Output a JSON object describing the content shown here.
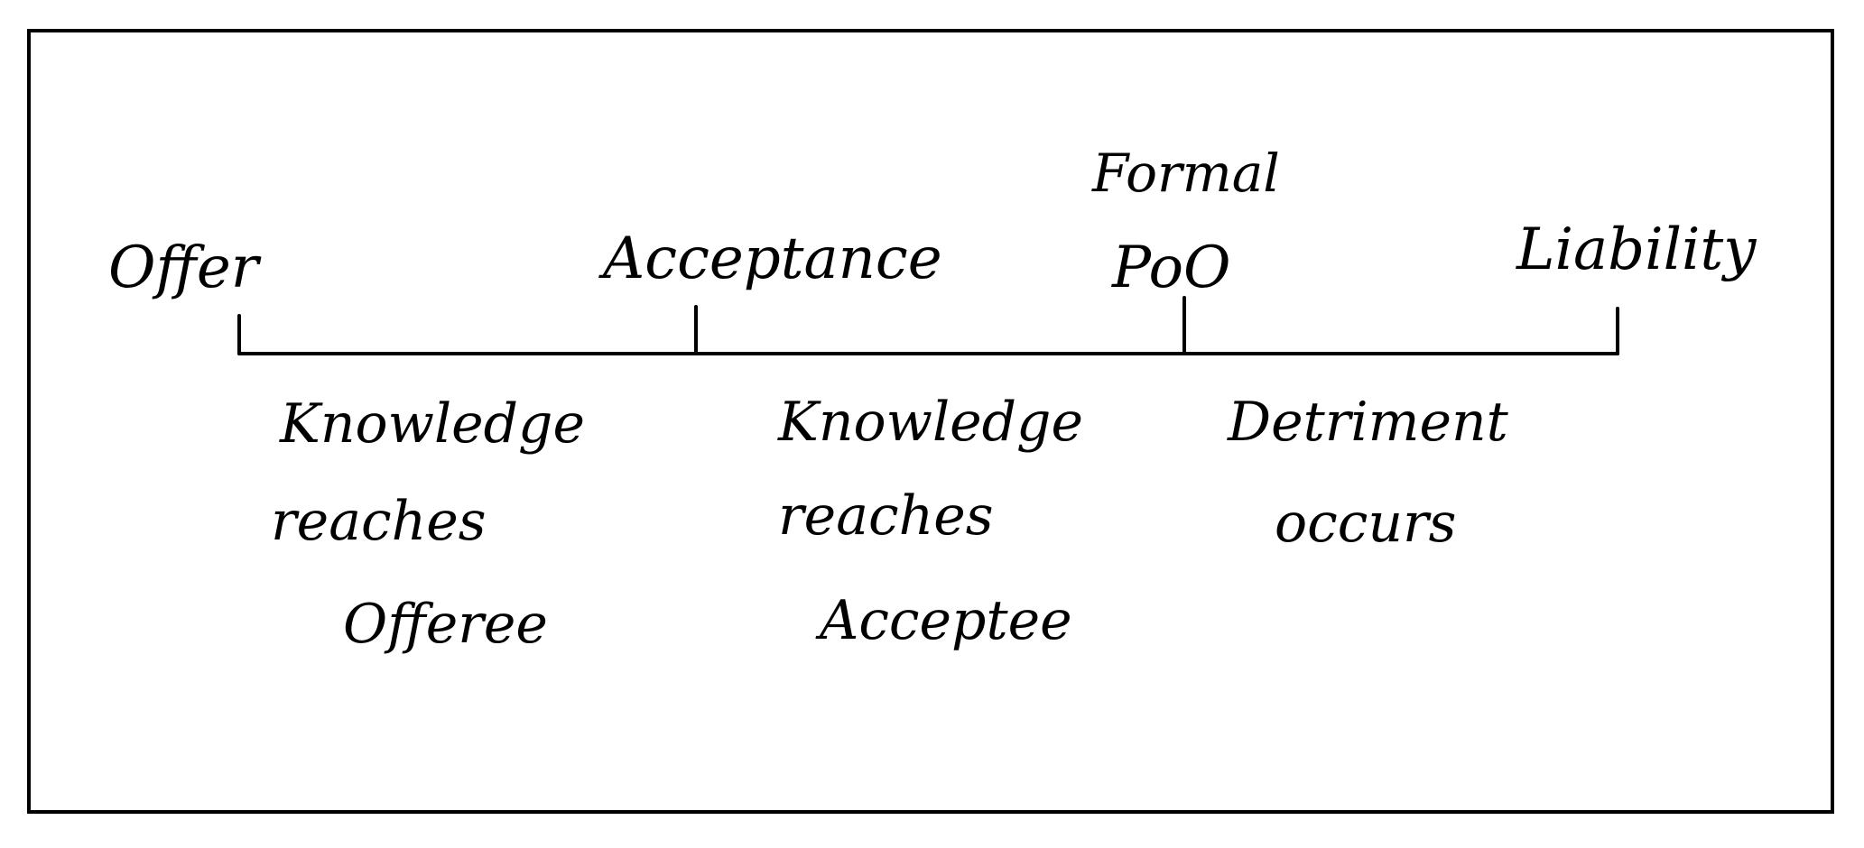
{
  "timeline": {
    "milestones": [
      {
        "id": "offer",
        "label_lines": [
          "Offer"
        ]
      },
      {
        "id": "acceptance",
        "label_lines": [
          "Acceptance"
        ]
      },
      {
        "id": "formal-poo",
        "label_lines": [
          "Formal",
          "PoO"
        ]
      },
      {
        "id": "liability",
        "label_lines": [
          "Liability"
        ]
      }
    ],
    "intervals": [
      {
        "id": "offer-to-acceptance",
        "label_lines": [
          "Knowledge",
          "reaches",
          "Offeree"
        ]
      },
      {
        "id": "acceptance-to-poo",
        "label_lines": [
          "Knowledge",
          "reaches",
          "Acceptee"
        ]
      },
      {
        "id": "poo-to-liability",
        "label_lines": [
          "Detriment",
          "occurs"
        ]
      }
    ]
  },
  "colors": {
    "ink": "#000000",
    "background": "#ffffff"
  }
}
